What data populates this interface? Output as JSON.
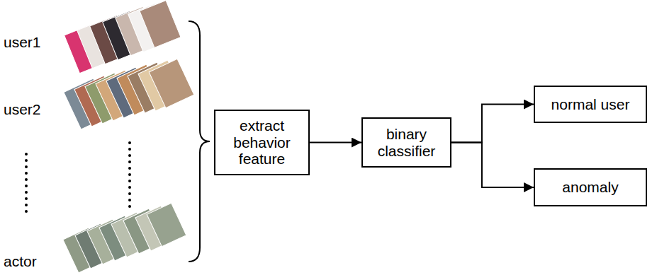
{
  "diagram": {
    "nodes": [
      {
        "text": [
          "extract behavior feature"
        ]
      },
      {
        "text": [
          "binary classifier"
        ]
      },
      {
        "text": [
          "normal user"
        ]
      },
      {
        "text": [
          "anomaly"
        ]
      }
    ],
    "edges": [
      {
        "from": 0,
        "to": 1,
        "arrow": "to"
      },
      {
        "from": 1,
        "to": 2,
        "arrow": "to"
      },
      {
        "from": 1,
        "to": 3,
        "arrow": "to"
      }
    ],
    "labels": [
      "user1",
      "user2",
      "actor"
    ]
  }
}
